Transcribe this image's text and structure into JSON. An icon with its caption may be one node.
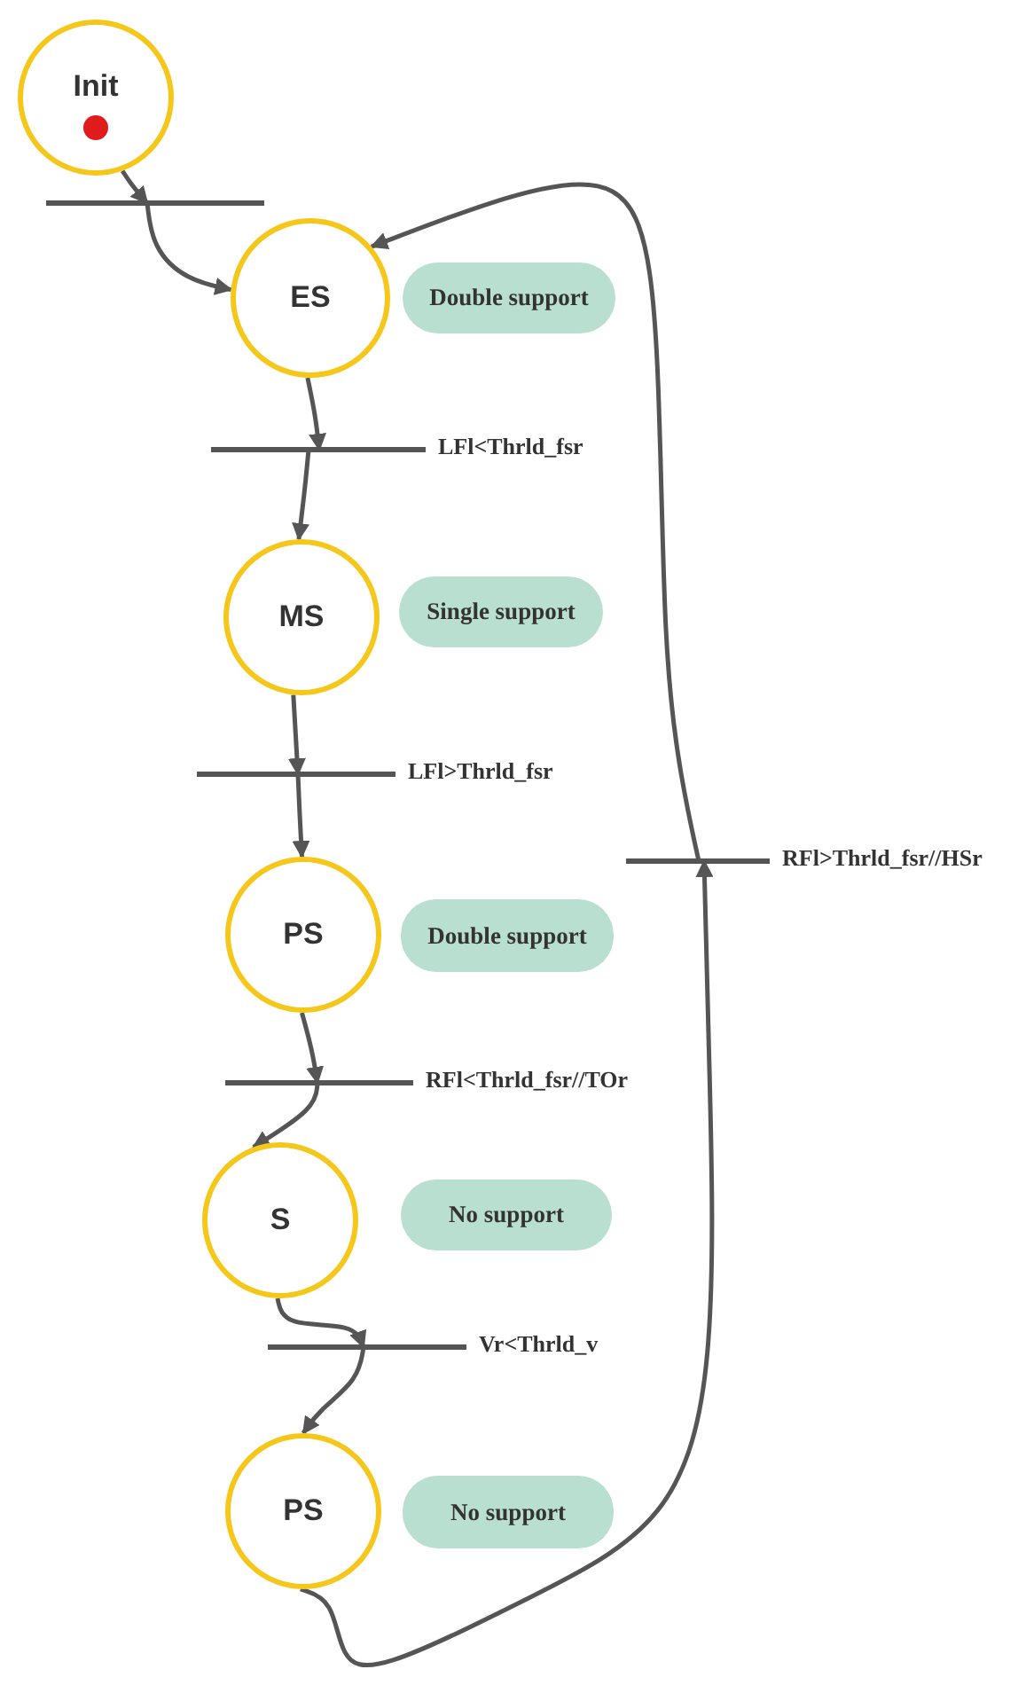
{
  "diagram": {
    "nodes": [
      {
        "text": [
          "Init"
        ]
      },
      {
        "text": [
          "ES"
        ]
      },
      {
        "text": [
          "MS"
        ]
      },
      {
        "text": [
          "PS"
        ]
      },
      {
        "text": [
          "S"
        ]
      },
      {
        "text": [
          "PS"
        ]
      },
      {
        "text": [
          "Double support"
        ]
      },
      {
        "text": [
          "Single support"
        ]
      },
      {
        "text": [
          "Double support"
        ]
      },
      {
        "text": [
          "No support"
        ]
      },
      {
        "text": [
          "No support"
        ]
      },
      {
        "text": [],
        "shape": "bar"
      },
      {
        "text": [],
        "shape": "bar",
        "beside": [
          "LFl<Thrld_fsr"
        ]
      },
      {
        "text": [],
        "shape": "bar",
        "beside": [
          "LFl>Thrld_fsr"
        ]
      },
      {
        "text": [],
        "shape": "bar",
        "beside": [
          "RFl<Thrld_fsr//TOr"
        ]
      },
      {
        "text": [],
        "shape": "bar",
        "beside": [
          "Vr<Thrld_v"
        ]
      },
      {
        "text": [],
        "shape": "bar",
        "beside": [
          "RFl>Thrld_fsr//HSr"
        ]
      }
    ],
    "edges": [
      {
        "from": 0,
        "to": 11,
        "arrow": "to"
      },
      {
        "from": 11,
        "to": 1,
        "arrow": "to"
      },
      {
        "from": 1,
        "to": 12,
        "arrow": "to"
      },
      {
        "from": 12,
        "to": 2,
        "arrow": "to"
      },
      {
        "from": 2,
        "to": 13,
        "arrow": "to"
      },
      {
        "from": 13,
        "to": 3,
        "arrow": "to"
      },
      {
        "from": 3,
        "to": 14,
        "arrow": "to"
      },
      {
        "from": 14,
        "to": 4,
        "arrow": "to"
      },
      {
        "from": 4,
        "to": 15,
        "arrow": "to"
      },
      {
        "from": 15,
        "to": 5,
        "arrow": "to"
      },
      {
        "from": 5,
        "to": 16,
        "arrow": "to"
      },
      {
        "from": 16,
        "to": 1,
        "arrow": "to"
      }
    ]
  }
}
